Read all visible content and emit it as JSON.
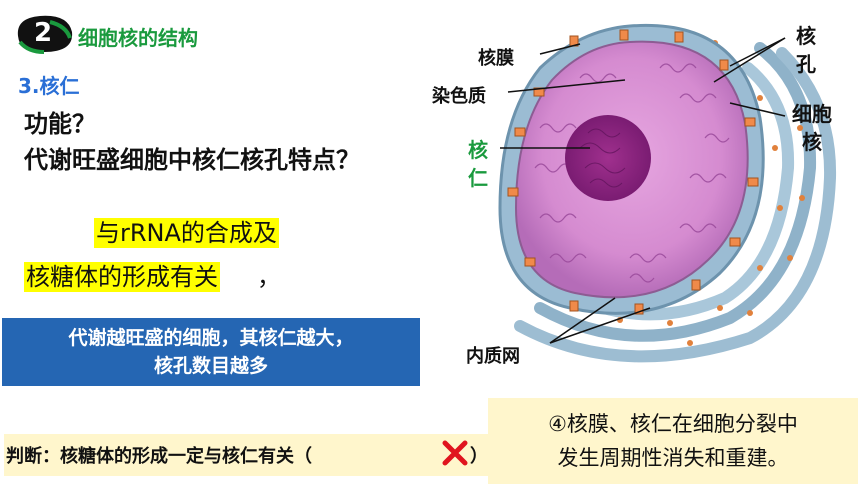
{
  "header": {
    "badge_number": "2",
    "section_title": "细胞核的结构",
    "subsection": "3.核仁"
  },
  "questions": [
    "功能？",
    "代谢旺盛细胞中核仁核孔特点？"
  ],
  "answers": {
    "line1": "与rRNA的合成及",
    "line2": "核糖体的形成有关",
    "line2_suffix": "，"
  },
  "blue_box": [
    "代谢越旺盛的细胞，其核仁越大，",
    "核孔数目越多"
  ],
  "judgement": {
    "text": "判断：核糖体的形成一定与核仁有关（",
    "close": "）",
    "mark_icon": "red-cross-icon",
    "mark_color": "#e0141e"
  },
  "note": [
    "④核膜、核仁在细胞分裂中",
    "发生周期性消失和重建。"
  ],
  "diagram_labels": {
    "nuclear_membrane": "核膜",
    "chromatin": "染色质",
    "nucleolus": [
      "核",
      "仁"
    ],
    "nuclear_pore": [
      "核",
      "孔"
    ],
    "nucleus": [
      "细胞",
      "核"
    ],
    "er": "内质网"
  },
  "colors": {
    "title_green": "#1a9a3e",
    "subtitle_blue": "#2a6fd6",
    "box_blue": "#2566b3",
    "highlight_yellow": "#ffff00",
    "note_bg": "#fff6cc",
    "nucleolus_label_green": "#1a9a3e"
  }
}
